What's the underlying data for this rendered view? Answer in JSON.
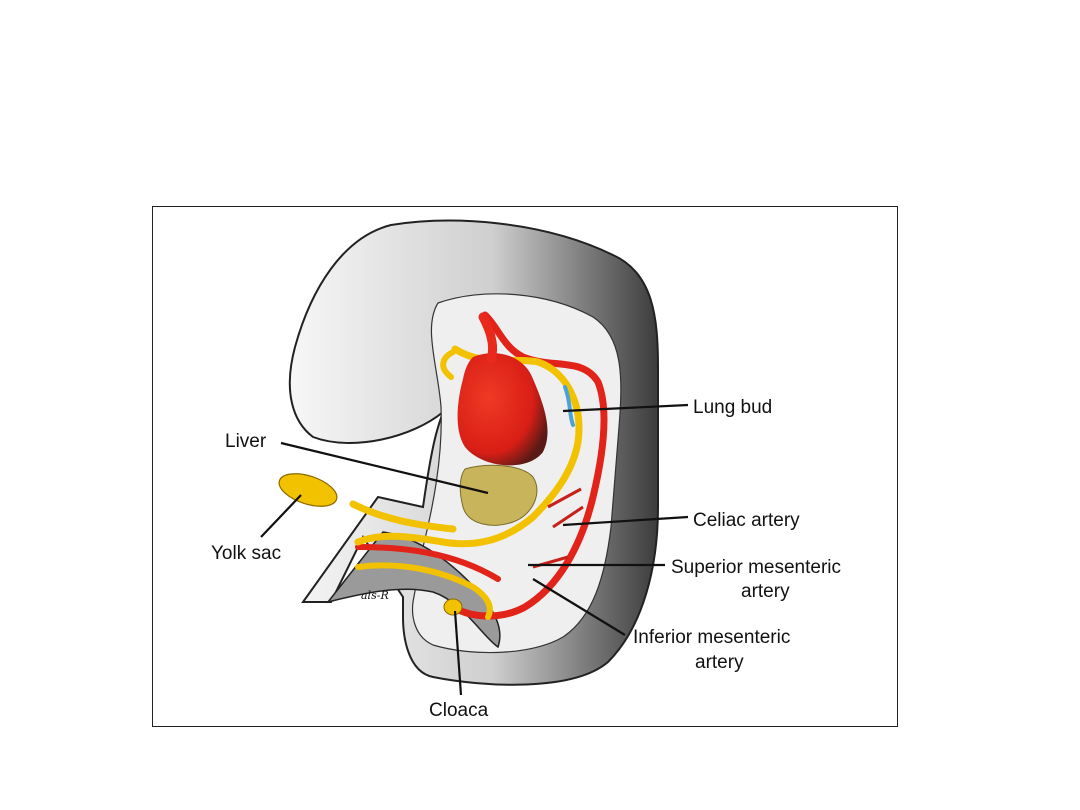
{
  "labels": {
    "lung_bud": "Lung bud",
    "liver": "Liver",
    "celiac_artery": "Celiac artery",
    "yolk_sac": "Yolk sac",
    "superior_mesenteric_1": "Superior mesenteric",
    "superior_mesenteric_2": "artery",
    "inferior_mesenteric_1": "Inferior mesenteric",
    "inferior_mesenteric_2": "artery",
    "cloaca": "Cloaca"
  },
  "signature": "als-R",
  "colors": {
    "gut": "#f2c200",
    "artery": "#e2231a",
    "heart": "#e8291c",
    "liver": "#c8b45a",
    "lung_bud": "#4aa3d8",
    "body_wall_dark": "#3a3a3a",
    "body_wall_light": "#f0f0f0"
  }
}
